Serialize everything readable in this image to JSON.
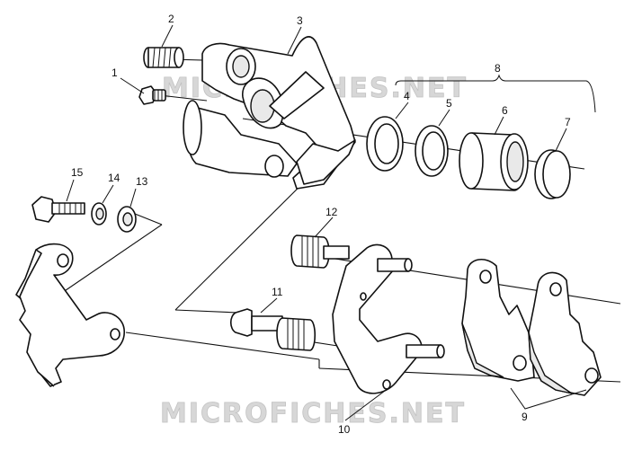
{
  "watermark": "MICROFICHES.NET",
  "callouts": [
    {
      "id": "1",
      "label": "1"
    },
    {
      "id": "2",
      "label": "2"
    },
    {
      "id": "3",
      "label": "3"
    },
    {
      "id": "4",
      "label": "4"
    },
    {
      "id": "5",
      "label": "5"
    },
    {
      "id": "6",
      "label": "6"
    },
    {
      "id": "7",
      "label": "7"
    },
    {
      "id": "8",
      "label": "8"
    },
    {
      "id": "9",
      "label": "9"
    },
    {
      "id": "10",
      "label": "10"
    },
    {
      "id": "11",
      "label": "11"
    },
    {
      "id": "12",
      "label": "12"
    },
    {
      "id": "13",
      "label": "13"
    },
    {
      "id": "14",
      "label": "14"
    },
    {
      "id": "15",
      "label": "15"
    }
  ]
}
